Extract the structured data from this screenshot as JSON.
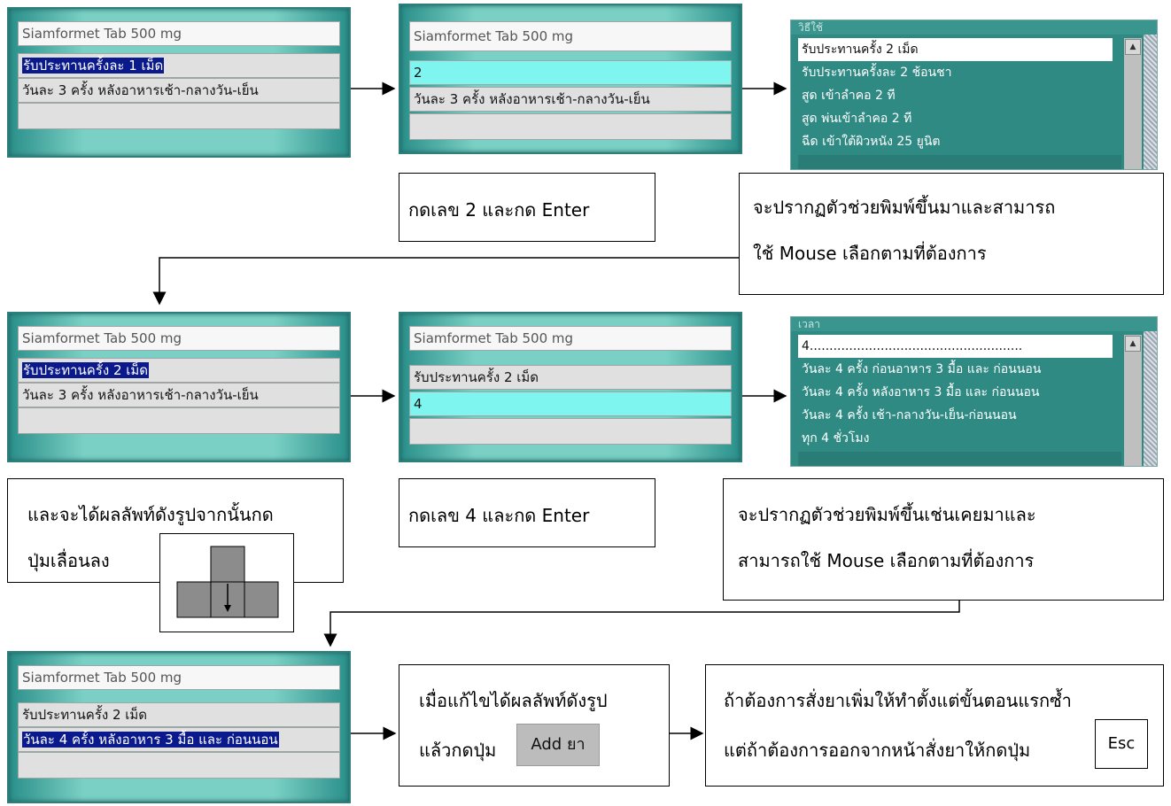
{
  "drug_name": "Siamformet Tab 500 mg",
  "step1": {
    "dose": "รับประทานครั้งละ 1 เม็ด",
    "freq": "วันละ 3 ครั้ง หลังอาหารเช้า-กลางวัน-เย็น"
  },
  "step2": {
    "input": "2",
    "freq": "วันละ 3 ครั้ง หลังอาหารเช้า-กลางวัน-เย็น"
  },
  "popup1": {
    "title": "วิธีใช้",
    "items": [
      "รับประทานครั้ง 2 เม็ด",
      "รับประทานครั้งละ 2 ช้อนชา",
      "สูด เข้าลำคอ 2 ที",
      "สูด พ่นเข้าลำคอ 2 ที",
      "ฉีด เข้าใต้ผิวหนัง 25 ยูนิต"
    ],
    "selected_index": 0
  },
  "note1": "กดเลข 2 และกด Enter",
  "note2": {
    "line1": "จะปรากฏตัวช่วยพิมพ์ขึ้นมาและสามารถ",
    "line2": "ใช้ Mouse เลือกตามที่ต้องการ"
  },
  "step3": {
    "dose": "รับประทานครั้ง 2 เม็ด",
    "freq": "วันละ 3 ครั้ง หลังอาหารเช้า-กลางวัน-เย็น"
  },
  "step4": {
    "dose": "รับประทานครั้ง 2 เม็ด",
    "input": "4"
  },
  "popup2": {
    "title": "เวลา",
    "input": "4......................................................",
    "items": [
      "วันละ 4 ครั้ง ก่อนอาหาร 3 มื้อ และ ก่อนนอน",
      "วันละ 4 ครั้ง หลังอาหาร 3 มื้อ และ ก่อนนอน",
      "วันละ 4 ครั้ง เช้า-กลางวัน-เย็น-ก่อนนอน",
      "ทุก 4 ชั่วโมง"
    ]
  },
  "note3": {
    "line1": "และจะได้ผลลัพท์ดังรูปจากนั้นกด",
    "line2": "ปุ่มเลื่อนลง"
  },
  "note4": "กดเลข 4 และกด Enter",
  "note5": {
    "line1": "จะปรากฏตัวช่วยพิมพ์ขึ้นเช่นเคยมาและ",
    "line2": "สามารถใช้ Mouse เลือกตามที่ต้องการ"
  },
  "step5": {
    "dose": "รับประทานครั้ง 2 เม็ด",
    "freq": "วันละ 4 ครั้ง หลังอาหาร 3 มื้อ และ ก่อนนอน"
  },
  "note6": {
    "line1": "เมื่อแก้ไขได้ผลลัพท์ดังรูป",
    "line2": "แล้วกดปุ่ม",
    "button": "Add ยา"
  },
  "note7": {
    "line1": "ถ้าต้องการสั่งยาเพิ่มให้ทำตั้งแต่ขั้นตอนแรกซ้ำ",
    "line2": "แต่ถ้าต้องการออกจากหน้าสั่งยาให้กดปุ่ม",
    "key": "Esc"
  }
}
